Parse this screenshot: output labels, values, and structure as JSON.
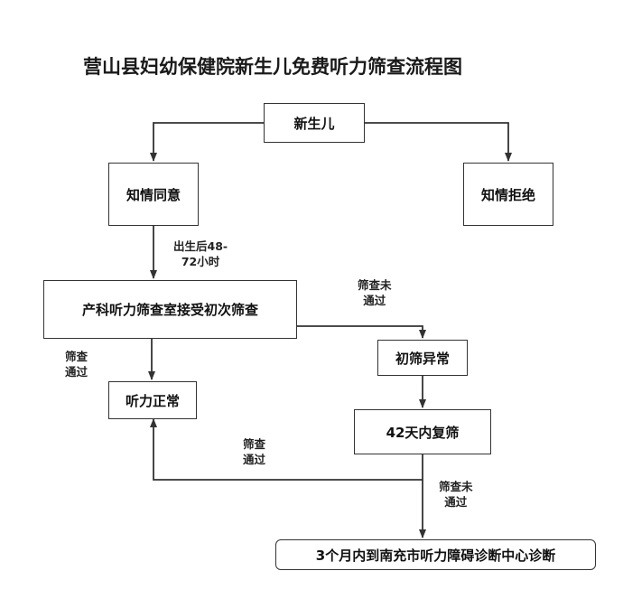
{
  "title": "营山县妇幼保健院新生儿免费听力筛查流程图",
  "nodes": {
    "newborn": "新生儿",
    "consent": "知情同意",
    "refuse": "知情拒绝",
    "initial_screening": "产科听力筛查室接受初次筛查",
    "hearing_normal": "听力正常",
    "initial_abnormal": "初筛异常",
    "rescreen_42d": "42天内复筛",
    "diagnosis_center": "3个月内到南充市听力障碍诊断中心诊断"
  },
  "edge_labels": {
    "after_birth_line1": "出生后48-",
    "after_birth_line2": "72小时",
    "fail_line1": "筛查未",
    "fail_line2": "通过",
    "pass_line1": "筛查",
    "pass_line2": "通过",
    "pass2_line1": "筛查",
    "pass2_line2": "通过",
    "fail2_line1": "筛查未",
    "fail2_line2": "通过"
  },
  "colors": {
    "line": "#333333",
    "text": "#111111"
  }
}
